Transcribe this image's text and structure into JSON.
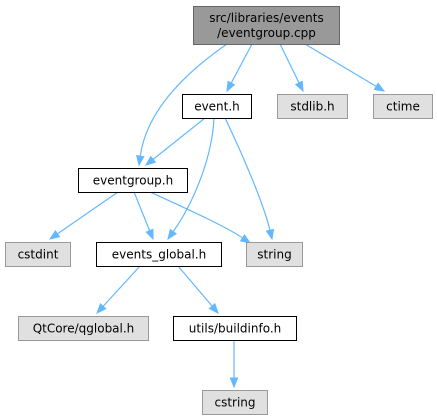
{
  "colors": {
    "root_fill": "#999999",
    "root_stroke": "#666666",
    "documented_fill": "#ffffff",
    "documented_stroke": "#000000",
    "external_fill": "#e0e0e0",
    "external_stroke": "#999999",
    "edge": "#63b8ff"
  },
  "nodes": [
    {
      "id": "root",
      "lines": [
        "src/libraries/events",
        "/eventgroup.cpp"
      ],
      "kind": "root"
    },
    {
      "id": "event_h",
      "lines": [
        "event.h"
      ],
      "kind": "documented"
    },
    {
      "id": "stdlib_h",
      "lines": [
        "stdlib.h"
      ],
      "kind": "external"
    },
    {
      "id": "ctime",
      "lines": [
        "ctime"
      ],
      "kind": "external"
    },
    {
      "id": "eventgroup_h",
      "lines": [
        "eventgroup.h"
      ],
      "kind": "documented"
    },
    {
      "id": "cstdint",
      "lines": [
        "cstdint"
      ],
      "kind": "external"
    },
    {
      "id": "events_global_h",
      "lines": [
        "events_global.h"
      ],
      "kind": "documented"
    },
    {
      "id": "string",
      "lines": [
        "string"
      ],
      "kind": "external"
    },
    {
      "id": "qglobal_h",
      "lines": [
        "QtCore/qglobal.h"
      ],
      "kind": "external"
    },
    {
      "id": "buildinfo_h",
      "lines": [
        "utils/buildinfo.h"
      ],
      "kind": "documented"
    },
    {
      "id": "cstring",
      "lines": [
        "cstring"
      ],
      "kind": "external"
    }
  ],
  "edges": [
    {
      "from": "root",
      "to": "event_h"
    },
    {
      "from": "root",
      "to": "stdlib_h"
    },
    {
      "from": "root",
      "to": "ctime"
    },
    {
      "from": "root",
      "to": "eventgroup_h"
    },
    {
      "from": "event_h",
      "to": "eventgroup_h"
    },
    {
      "from": "event_h",
      "to": "events_global_h"
    },
    {
      "from": "event_h",
      "to": "string"
    },
    {
      "from": "eventgroup_h",
      "to": "cstdint"
    },
    {
      "from": "eventgroup_h",
      "to": "events_global_h"
    },
    {
      "from": "eventgroup_h",
      "to": "string"
    },
    {
      "from": "events_global_h",
      "to": "qglobal_h"
    },
    {
      "from": "events_global_h",
      "to": "buildinfo_h"
    },
    {
      "from": "buildinfo_h",
      "to": "cstring"
    }
  ]
}
